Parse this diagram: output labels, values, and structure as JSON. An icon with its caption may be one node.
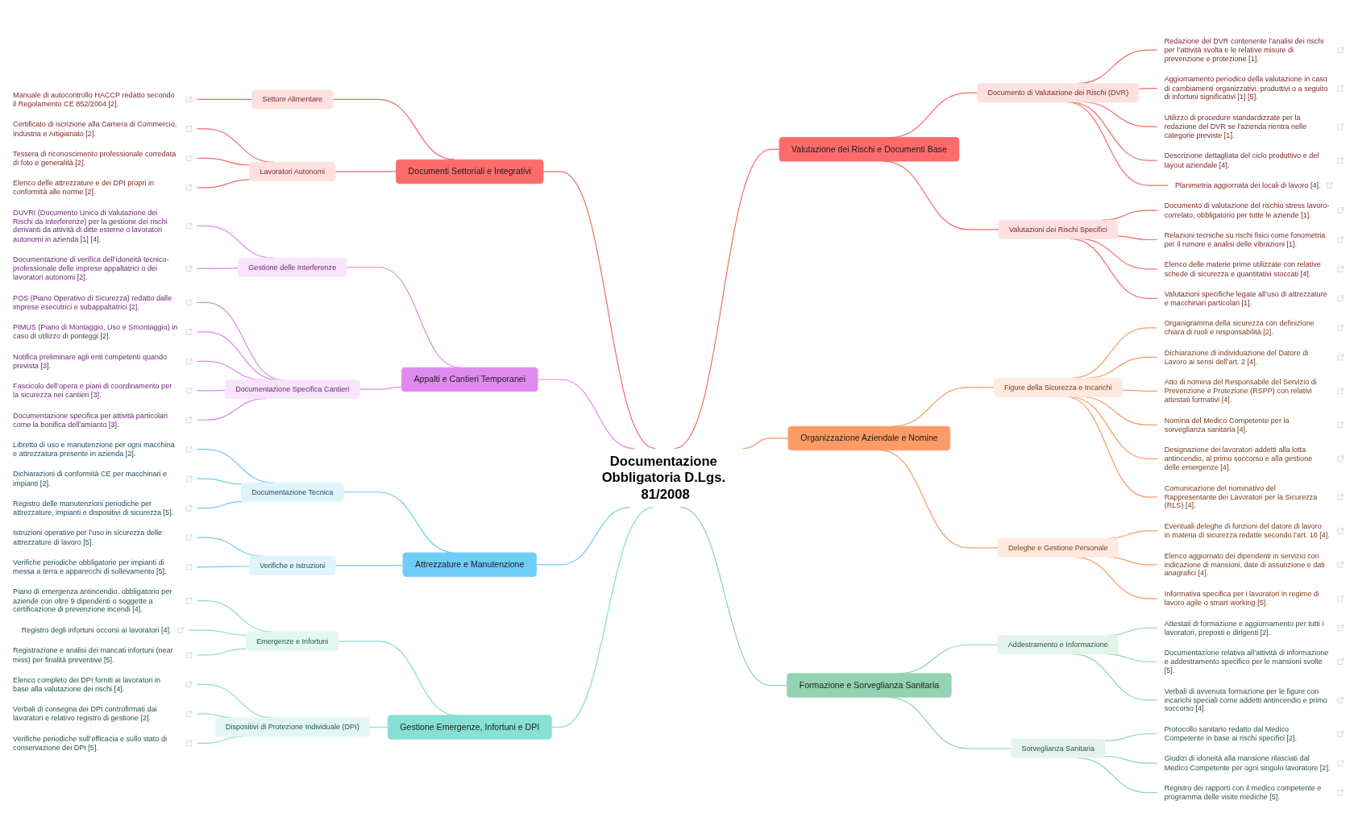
{
  "diagram": {
    "nodes": [
      {
        "text": [
          "Documentazione Obbligatoria D.Lgs. 81/2008"
        ]
      },
      {
        "text": [
          "Valutazione dei Rischi e Documenti Base"
        ]
      },
      {
        "text": [
          "Documento di Valutazione dei Rischi (DVR)"
        ]
      },
      {
        "text": [
          "Redazione del DVR contenente l’analisi dei rischi per l’attività svolta e le relative misure di prevenzione e protezione [1]."
        ]
      },
      {
        "text": [
          "Aggiornamento periodico della valutazione in caso di cambiamenti organizzativi, produttivi o a seguito di infortuni significativi [1] [5]."
        ]
      },
      {
        "text": [
          "Utilizzo di procedure standardizzate per la redazione del DVR se l’azienda rientra nelle categorie previste [1]."
        ]
      },
      {
        "text": [
          "Descrizione dettagliata del ciclo produttivo e del layout aziendale [4]."
        ]
      },
      {
        "text": [
          "Planimetria aggiornata dei locali di lavoro [4]."
        ]
      },
      {
        "text": [
          "Valutazioni dei Rischi Specifici"
        ]
      },
      {
        "text": [
          "Documento di valutazione del rischio stress lavoro-correlato, obbligatorio per tutte le aziende [1]."
        ]
      },
      {
        "text": [
          "Relazioni tecniche su rischi fisici come fonometria per il rumore e analisi delle vibrazioni [1]."
        ]
      },
      {
        "text": [
          "Elenco delle materie prime utilizzate con relative schede di sicurezza e quantitativi stoccati [4]."
        ]
      },
      {
        "text": [
          "Valutazioni specifiche legate all’uso di attrezzature e macchinari particolari [1]."
        ]
      },
      {
        "text": [
          "Organizzazione Aziendale e Nomine"
        ]
      },
      {
        "text": [
          "Figure della Sicurezza e Incarichi"
        ]
      },
      {
        "text": [
          "Organigramma della sicurezza con definizione chiara di ruoli e responsabilità [2]."
        ]
      },
      {
        "text": [
          "Dichiarazione di individuazione del Datore di Lavoro ai sensi dell’art. 2 [4]."
        ]
      },
      {
        "text": [
          "Atto di nomina del Responsabile del Servizio di Prevenzione e Protezione (RSPP) con relativi attestati formativi [4]."
        ]
      },
      {
        "text": [
          "Nomina del Medico Competente per la sorveglianza sanitaria [4]."
        ]
      },
      {
        "text": [
          "Designazione dei lavoratori addetti alla lotta antincendio, al primo soccorso e alla gestione delle emergenze [4]."
        ]
      },
      {
        "text": [
          "Comunicazione del nominativo del Rappresentante dei Lavoratori per la Sicurezza (RLS) [4]."
        ]
      },
      {
        "text": [
          "Deleghe e Gestione Personale"
        ]
      },
      {
        "text": [
          "Eventuali deleghe di funzioni del datore di lavoro in materia di sicurezza redatte secondo l’art. 16 [4]."
        ]
      },
      {
        "text": [
          "Elenco aggiornato dei dipendenti in servizio con indicazione di mansioni, date di assunzione e dati anagrafici [4]."
        ]
      },
      {
        "text": [
          "Informativa specifica per i lavoratori in regime di lavoro agile o smart working [5]."
        ]
      },
      {
        "text": [
          "Formazione e Sorveglianza Sanitaria"
        ]
      },
      {
        "text": [
          "Addestramento e Informazione"
        ]
      },
      {
        "text": [
          "Attestati di formazione e aggiornamento per tutti i lavoratori, preposti e dirigenti [2]."
        ]
      },
      {
        "text": [
          "Documentazione relativa all’attività di informazione e addestramento specifico per le mansioni svolte [5]."
        ]
      },
      {
        "text": [
          "Verbali di avvenuta formazione per le figure con incarichi speciali come addetti antincendio e primo soccorso [4]."
        ]
      },
      {
        "text": [
          "Sorveglianza Sanitaria"
        ]
      },
      {
        "text": [
          "Protocollo sanitario redatto dal Medico Competente in base ai rischi specifici [2]."
        ]
      },
      {
        "text": [
          "Giudizi di idoneità alla mansione rilasciati dal Medico Competente per ogni singolo lavoratore [2]."
        ]
      },
      {
        "text": [
          "Registro dei rapporti con il medico competente e programma delle visite mediche [5]."
        ]
      },
      {
        "text": [
          "Documenti Settoriali e Integrativi"
        ]
      },
      {
        "text": [
          "Settore Alimentare"
        ]
      },
      {
        "text": [
          "Manuale di autocontrollo HACCP redatto secondo il Regolamento CE 852/2004 [2]."
        ]
      },
      {
        "text": [
          "Lavoratori Autonomi"
        ]
      },
      {
        "text": [
          "Certificato di iscrizione alla Camera di Commercio, Industria e Artigianato [2]."
        ]
      },
      {
        "text": [
          "Tessera di riconoscimento professionale corredata di foto e generalità [2]."
        ]
      },
      {
        "text": [
          "Elenco delle attrezzature e dei DPI propri in conformità alle norme [2]."
        ]
      },
      {
        "text": [
          "Appalti e Cantieri Temporanei"
        ]
      },
      {
        "text": [
          "Gestione delle Interferenze"
        ]
      },
      {
        "text": [
          "DUVRI (Documento Unico di Valutazione dei Rischi da Interferenze) per la gestione dei rischi derivanti da attività di ditte esterne o lavoratori autonomi in azienda [1] [4]."
        ]
      },
      {
        "text": [
          "Documentazione di verifica dell’idoneità tecnico-professionale delle imprese appaltatrici o dei lavoratori autonomi [2]."
        ]
      },
      {
        "text": [
          "Documentazione Specifica Cantieri"
        ]
      },
      {
        "text": [
          "POS (Piano Operativo di Sicurezza) redatto dalle imprese esecutrici e subappaltatrici [2]."
        ]
      },
      {
        "text": [
          "PIMUS (Piano di Montaggio, Uso e Smontaggio) in caso di utilizzo di ponteggi [2]."
        ]
      },
      {
        "text": [
          "Notifica preliminare agli enti competenti quando prevista [3]."
        ]
      },
      {
        "text": [
          "Fascicolo dell’opera e piani di coordinamento per la sicurezza nei cantieri [3]."
        ]
      },
      {
        "text": [
          "Documentazione specifica per attività particolari come la bonifica dell’amianto [3]."
        ]
      },
      {
        "text": [
          "Attrezzature e Manutenzione"
        ]
      },
      {
        "text": [
          "Documentazione Tecnica"
        ]
      },
      {
        "text": [
          "Libretto di uso e manutenzione per ogni macchina e attrezzatura presente in azienda [2]."
        ]
      },
      {
        "text": [
          "Dichiarazioni di conformità CE per macchinari e impianti [2]."
        ]
      },
      {
        "text": [
          "Registro delle manutenzioni periodiche per attrezzature, impianti e dispositivi di sicurezza [5]."
        ]
      },
      {
        "text": [
          "Verifiche e Istruzioni"
        ]
      },
      {
        "text": [
          "Istruzioni operative per l’uso in sicurezza delle attrezzature di lavoro [5]."
        ]
      },
      {
        "text": [
          "Verifiche periodiche obbligatorie per impianti di messa a terra e apparecchi di sollevamento [5]."
        ]
      },
      {
        "text": [
          "Gestione Emergenze, Infortuni e DPI"
        ]
      },
      {
        "text": [
          "Emergenze e Infortuni"
        ]
      },
      {
        "text": [
          "Piano di emergenza antincendio, obbligatorio per aziende con oltre 9 dipendenti o soggette a certificazione di prevenzione incendi [4]."
        ]
      },
      {
        "text": [
          "Registro degli infortuni occorsi ai lavoratori [4]."
        ]
      },
      {
        "text": [
          "Registrazione e analisi dei mancati infortuni (near miss) per finalità preventive [5]."
        ]
      },
      {
        "text": [
          "Dispositivi di Protezione Individuale (DPI)"
        ]
      },
      {
        "text": [
          "Elenco completo dei DPI forniti ai lavoratori in base alla valutazione dei rischi [4]."
        ]
      },
      {
        "text": [
          "Verbali di consegna dei DPI controfirmati dai lavoratori e relativo registro di gestione [2]."
        ]
      },
      {
        "text": [
          "Verifiche periodiche sull’efficacia e sullo stato di conservazione dei DPI [5]."
        ]
      }
    ],
    "edges": [
      {
        "from": 0,
        "to": 1,
        "arrow": "none",
        "color": "#f46b6b"
      },
      {
        "from": 1,
        "to": 2,
        "arrow": "none",
        "color": "#f46b6b"
      },
      {
        "from": 2,
        "to": 3,
        "arrow": "none",
        "color": "#f46b6b"
      },
      {
        "from": 2,
        "to": 4,
        "arrow": "none",
        "color": "#f46b6b"
      },
      {
        "from": 2,
        "to": 5,
        "arrow": "none",
        "color": "#f46b6b"
      },
      {
        "from": 2,
        "to": 6,
        "arrow": "none",
        "color": "#f46b6b"
      },
      {
        "from": 2,
        "to": 7,
        "arrow": "none",
        "color": "#f46b6b"
      },
      {
        "from": 1,
        "to": 8,
        "arrow": "none",
        "color": "#f46b6b"
      },
      {
        "from": 8,
        "to": 9,
        "arrow": "none",
        "color": "#f46b6b"
      },
      {
        "from": 8,
        "to": 10,
        "arrow": "none",
        "color": "#f46b6b"
      },
      {
        "from": 8,
        "to": 11,
        "arrow": "none",
        "color": "#f46b6b"
      },
      {
        "from": 8,
        "to": 12,
        "arrow": "none",
        "color": "#f46b6b"
      },
      {
        "from": 0,
        "to": 13,
        "arrow": "none",
        "color": "#fb9a62"
      },
      {
        "from": 13,
        "to": 14,
        "arrow": "none",
        "color": "#fb9a62"
      },
      {
        "from": 14,
        "to": 15,
        "arrow": "none",
        "color": "#fb9a62"
      },
      {
        "from": 14,
        "to": 16,
        "arrow": "none",
        "color": "#fb9a62"
      },
      {
        "from": 14,
        "to": 17,
        "arrow": "none",
        "color": "#fb9a62"
      },
      {
        "from": 14,
        "to": 18,
        "arrow": "none",
        "color": "#fb9a62"
      },
      {
        "from": 14,
        "to": 19,
        "arrow": "none",
        "color": "#fb9a62"
      },
      {
        "from": 14,
        "to": 20,
        "arrow": "none",
        "color": "#fb9a62"
      },
      {
        "from": 13,
        "to": 21,
        "arrow": "none",
        "color": "#fb9a62"
      },
      {
        "from": 21,
        "to": 22,
        "arrow": "none",
        "color": "#fb9a62"
      },
      {
        "from": 21,
        "to": 23,
        "arrow": "none",
        "color": "#fb9a62"
      },
      {
        "from": 21,
        "to": 24,
        "arrow": "none",
        "color": "#fb9a62"
      },
      {
        "from": 0,
        "to": 25,
        "arrow": "none",
        "color": "#8fd1b1"
      },
      {
        "from": 25,
        "to": 26,
        "arrow": "none",
        "color": "#8fd1b1"
      },
      {
        "from": 26,
        "to": 27,
        "arrow": "none",
        "color": "#8fd1b1"
      },
      {
        "from": 26,
        "to": 28,
        "arrow": "none",
        "color": "#8fd1b1"
      },
      {
        "from": 26,
        "to": 29,
        "arrow": "none",
        "color": "#8fd1b1"
      },
      {
        "from": 25,
        "to": 30,
        "arrow": "none",
        "color": "#8fd1b1"
      },
      {
        "from": 30,
        "to": 31,
        "arrow": "none",
        "color": "#8fd1b1"
      },
      {
        "from": 30,
        "to": 32,
        "arrow": "none",
        "color": "#8fd1b1"
      },
      {
        "from": 30,
        "to": 33,
        "arrow": "none",
        "color": "#8fd1b1"
      },
      {
        "from": 34,
        "to": 0,
        "arrow": "none",
        "color": "#f46b6b"
      },
      {
        "from": 35,
        "to": 34,
        "arrow": "none",
        "color": "#f46b6b"
      },
      {
        "from": 36,
        "to": 35,
        "arrow": "none",
        "color": "#f46b6b"
      },
      {
        "from": 37,
        "to": 34,
        "arrow": "none",
        "color": "#f46b6b"
      },
      {
        "from": 38,
        "to": 37,
        "arrow": "none",
        "color": "#f46b6b"
      },
      {
        "from": 39,
        "to": 37,
        "arrow": "none",
        "color": "#f46b6b"
      },
      {
        "from": 40,
        "to": 37,
        "arrow": "none",
        "color": "#f46b6b"
      },
      {
        "from": 41,
        "to": 0,
        "arrow": "none",
        "color": "#dd88ec"
      },
      {
        "from": 42,
        "to": 41,
        "arrow": "none",
        "color": "#dd88ec"
      },
      {
        "from": 43,
        "to": 42,
        "arrow": "none",
        "color": "#dd88ec"
      },
      {
        "from": 44,
        "to": 42,
        "arrow": "none",
        "color": "#dd88ec"
      },
      {
        "from": 45,
        "to": 41,
        "arrow": "none",
        "color": "#dd88ec"
      },
      {
        "from": 46,
        "to": 45,
        "arrow": "none",
        "color": "#dd88ec"
      },
      {
        "from": 47,
        "to": 45,
        "arrow": "none",
        "color": "#dd88ec"
      },
      {
        "from": 48,
        "to": 45,
        "arrow": "none",
        "color": "#dd88ec"
      },
      {
        "from": 49,
        "to": 45,
        "arrow": "none",
        "color": "#dd88ec"
      },
      {
        "from": 50,
        "to": 45,
        "arrow": "none",
        "color": "#dd88ec"
      },
      {
        "from": 51,
        "to": 0,
        "arrow": "none",
        "color": "#6ccbf4"
      },
      {
        "from": 52,
        "to": 51,
        "arrow": "none",
        "color": "#6ccbf4"
      },
      {
        "from": 53,
        "to": 52,
        "arrow": "none",
        "color": "#6ccbf4"
      },
      {
        "from": 54,
        "to": 52,
        "arrow": "none",
        "color": "#6ccbf4"
      },
      {
        "from": 55,
        "to": 52,
        "arrow": "none",
        "color": "#6ccbf4"
      },
      {
        "from": 56,
        "to": 51,
        "arrow": "none",
        "color": "#6ccbf4"
      },
      {
        "from": 57,
        "to": 56,
        "arrow": "none",
        "color": "#6ccbf4"
      },
      {
        "from": 58,
        "to": 56,
        "arrow": "none",
        "color": "#6ccbf4"
      },
      {
        "from": 59,
        "to": 0,
        "arrow": "none",
        "color": "#84ddd0"
      },
      {
        "from": 60,
        "to": 59,
        "arrow": "none",
        "color": "#84ddd0"
      },
      {
        "from": 61,
        "to": 60,
        "arrow": "none",
        "color": "#84ddd0"
      },
      {
        "from": 62,
        "to": 60,
        "arrow": "none",
        "color": "#84ddd0"
      },
      {
        "from": 63,
        "to": 60,
        "arrow": "none",
        "color": "#84ddd0"
      },
      {
        "from": 64,
        "to": 59,
        "arrow": "none",
        "color": "#84ddd0"
      },
      {
        "from": 65,
        "to": 64,
        "arrow": "none",
        "color": "#84ddd0"
      },
      {
        "from": 66,
        "to": 64,
        "arrow": "none",
        "color": "#84ddd0"
      },
      {
        "from": 67,
        "to": 64,
        "arrow": "none",
        "color": "#84ddd0"
      }
    ]
  }
}
